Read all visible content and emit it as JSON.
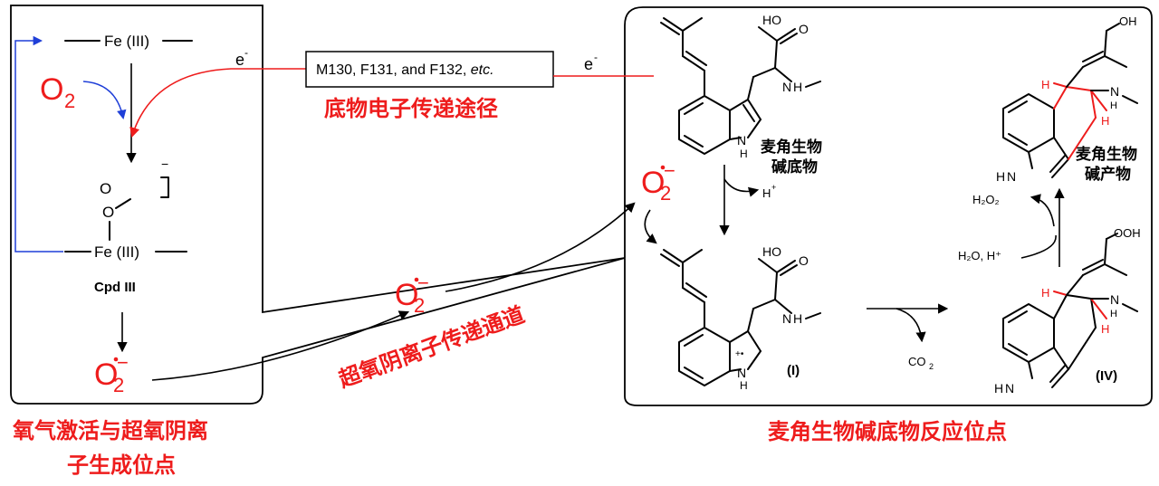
{
  "iron": {
    "top": "Fe (III)",
    "bottom": "Fe (III)",
    "peroxo_o1": "O",
    "peroxo_o2": "O",
    "charge_minus": "−",
    "cpd": "Cpd III"
  },
  "species": {
    "o2": "O",
    "o2_sub": "2",
    "superoxide": "O",
    "superoxide_sub": "2",
    "superoxide_sup": "−",
    "electron": "e",
    "electron_sup": "-",
    "proton": "H",
    "proton_sup": "+",
    "co2": "CO",
    "co2_sub": "2",
    "h2o2": "H₂O₂",
    "h2o_h": "H₂O,  H⁺"
  },
  "residues_box": {
    "text": "M130, F131, and F132, ",
    "etc": "etc."
  },
  "labels": {
    "electron_path": "底物电子传递途径",
    "superoxide_channel": "超氧阴离子传递通道",
    "site_left_1": "氧气激活与超氧阴离",
    "site_left_2": "子生成位点",
    "site_right": "麦角生物碱底物反应位点",
    "substrate_1": "麦角生物",
    "substrate_2": "碱底物",
    "product_1": "麦角生物",
    "product_2": "碱产物"
  },
  "intermediates": {
    "i": "(I)",
    "iv": "(IV)"
  },
  "atoms": {
    "ho": "HO",
    "o": "O",
    "nh": "N",
    "h": "H",
    "oh": "OH",
    "ooh": "OOH",
    "radical_plus": "+•"
  },
  "colors": {
    "accent": "#ee1c1c",
    "blue": "#1f3fd8",
    "line": "#000000"
  }
}
